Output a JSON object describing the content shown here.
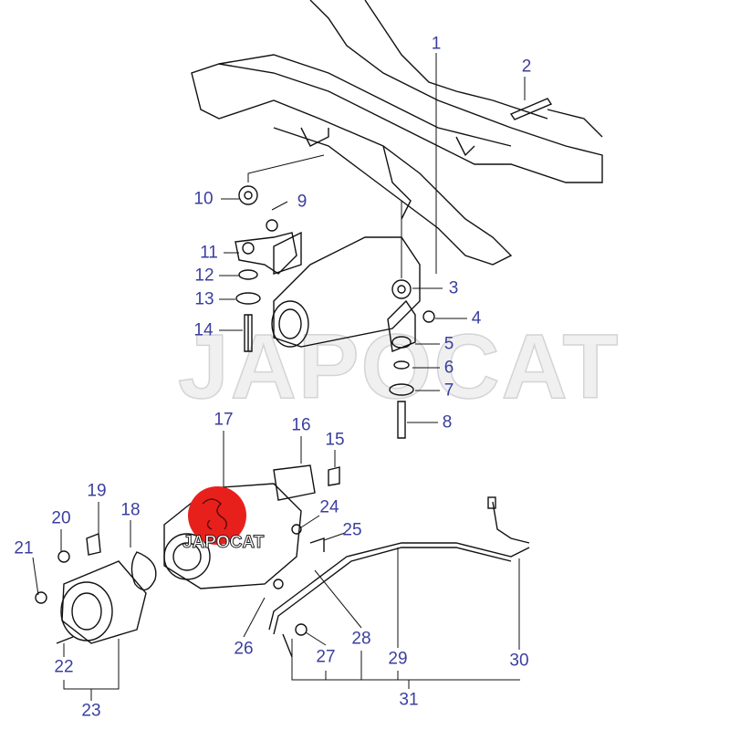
{
  "watermark": "JAPOCAT",
  "logo_text": "JAPOCAT",
  "callouts": [
    "1",
    "2",
    "3",
    "4",
    "5",
    "6",
    "7",
    "8",
    "9",
    "10",
    "11",
    "12",
    "13",
    "14",
    "15",
    "16",
    "17",
    "18",
    "19",
    "20",
    "21",
    "22",
    "23",
    "24",
    "25",
    "26",
    "27",
    "28",
    "29",
    "30",
    "31"
  ],
  "colors": {
    "label": "#3b3f9e",
    "logo": "#e8201c",
    "line": "#111111"
  }
}
